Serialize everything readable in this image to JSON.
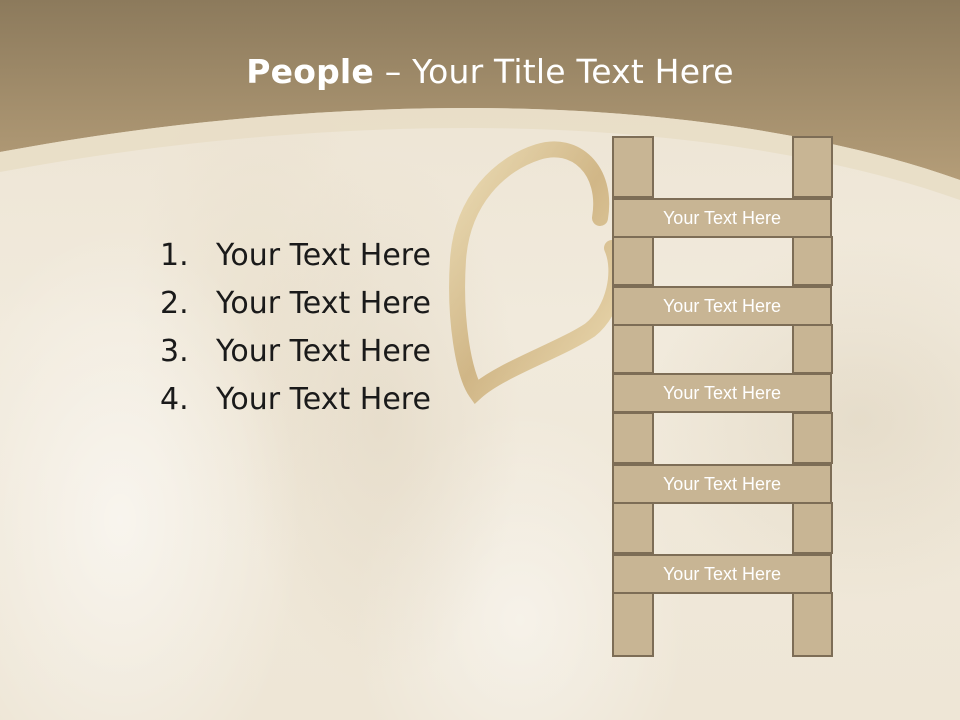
{
  "slide": {
    "title_bold": "People",
    "title_rest": " – Your Title Text Here",
    "colors": {
      "header": "#a8926e",
      "ladder_fill": "#c8b594",
      "ladder_border": "#7d6d56",
      "body_text": "#1a1a1a"
    }
  },
  "list": [
    {
      "num": "1.",
      "text": "Your Text Here"
    },
    {
      "num": "2.",
      "text": "Your Text Here"
    },
    {
      "num": "3.",
      "text": "Your Text Here"
    },
    {
      "num": "4.",
      "text": "Your Text Here"
    }
  ],
  "ladder": {
    "rungs": [
      "Your Text Here",
      "Your Text Here",
      "Your Text Here",
      "Your Text Here",
      "Your Text Here"
    ]
  },
  "decoration": {
    "icon": "gold-heart-icon"
  }
}
